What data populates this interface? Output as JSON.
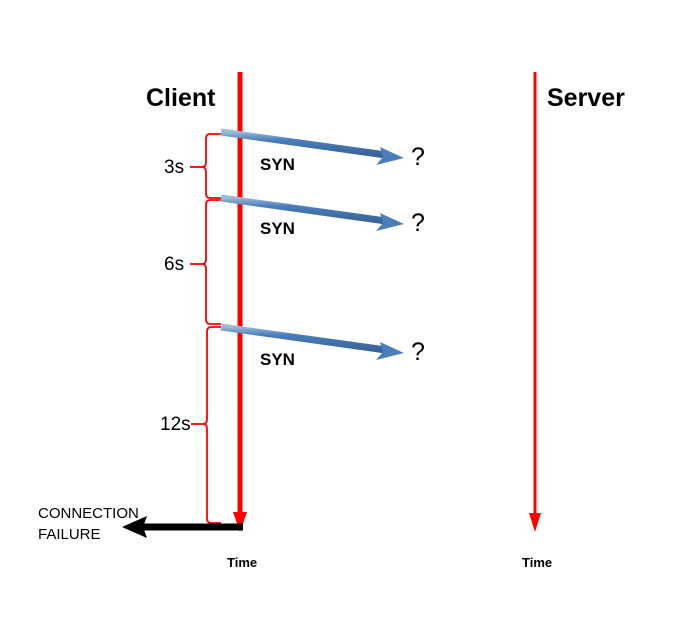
{
  "diagram": {
    "title_client": "Client",
    "title_server": "Server",
    "time_label_client": "Time",
    "time_label_server": "Time",
    "failure_text_line1": "CONNECTION",
    "failure_text_line2": "FAILURE",
    "colors": {
      "timeline_red": "#FF0000",
      "brace_red": "#FF0000",
      "message_blue": "#4A7EBB",
      "message_blue_light": "#9DBAD9",
      "failure_arrow_black": "#000000",
      "text_black": "#000000",
      "background": "#FFFFFF"
    },
    "messages": [
      {
        "label": "SYN",
        "response": "?"
      },
      {
        "label": "SYN",
        "response": "?"
      },
      {
        "label": "SYN",
        "response": "?"
      }
    ],
    "retransmit_intervals": [
      {
        "label": "3s"
      },
      {
        "label": "6s"
      },
      {
        "label": "12s"
      }
    ]
  }
}
